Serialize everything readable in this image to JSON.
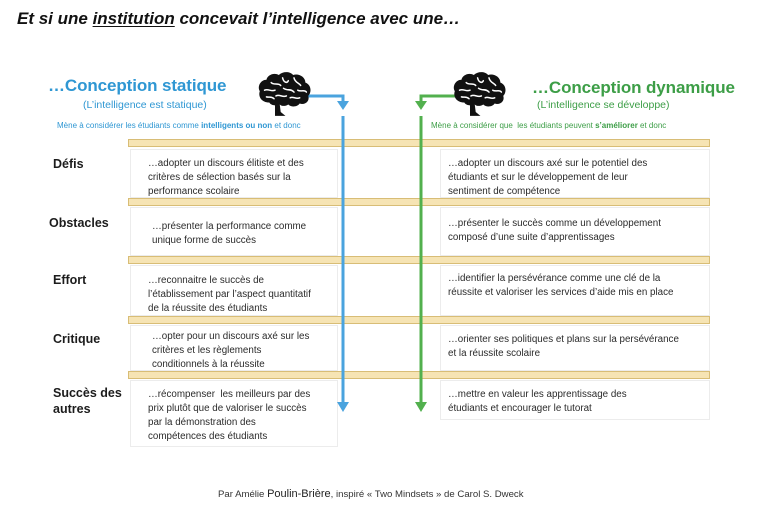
{
  "title": {
    "before": "Et si une ",
    "underlined": "institution",
    "after": " concevait l’intelligence avec une…"
  },
  "colors": {
    "static": "#2f97d3",
    "static_arrow": "#4aa3de",
    "dynamic": "#3d9e47",
    "dynamic_arrow": "#52b04e",
    "band": "#f6e4b4",
    "band_border": "#d8bd76"
  },
  "icons": {
    "static": "brain-icon",
    "dynamic": "brain-icon"
  },
  "static": {
    "heading": "…Conception statique",
    "subtitle": "(L’intelligence est statique)",
    "lead_before": "Mène à considérer les étudiants comme ",
    "lead_bold": "intelligents ou non",
    "lead_after": " et donc"
  },
  "dynamic": {
    "heading": "…Conception dynamique",
    "subtitle": "(L’intelligence se développe)",
    "lead_before": "Mène à considérer que  les étudiants peuvent ",
    "lead_bold": "s’améliorer",
    "lead_after": " et donc"
  },
  "rows": [
    {
      "label": [
        "Défis"
      ],
      "static": [
        "…adopter un discours élitiste et des",
        "critères de sélection basés sur la",
        "performance scolaire"
      ],
      "dynamic": [
        "…adopter un discours axé sur le potentiel des",
        "étudiants et sur le développement de leur",
        "sentiment de compétence"
      ]
    },
    {
      "label": [
        "Obstacles"
      ],
      "static": [
        "…présenter la performance comme",
        "unique forme de succès"
      ],
      "dynamic": [
        "…présenter le succès comme un développement",
        "composé d’une suite d’apprentissages"
      ]
    },
    {
      "label": [
        "Effort"
      ],
      "static": [
        "…reconnaitre le succès de",
        "l’établissement par l’aspect quantitatif",
        "de la réussite des étudiants"
      ],
      "dynamic": [
        "…identifier la persévérance comme une clé de la",
        "réussite et valoriser les services d’aide mis en place"
      ]
    },
    {
      "label": [
        "Critique"
      ],
      "static": [
        "…opter pour un discours axé sur les",
        "critères et les règlements",
        "conditionnels à la réussite"
      ],
      "dynamic": [
        "…orienter ses politiques et plans sur la persévérance",
        "et la réussite scolaire"
      ]
    },
    {
      "label": [
        "Succès des",
        "autres"
      ],
      "static": [
        "…récompenser  les meilleurs par des",
        "prix plutôt que de valoriser le succès",
        "par la démonstration des",
        "compétences des étudiants"
      ],
      "dynamic": [
        "…mettre en valeur les apprentissage des",
        "étudiants et encourager le tutorat"
      ]
    }
  ],
  "footer": {
    "before": "Par Amélie ",
    "name": "Poulin-Brière",
    "after": ", inspiré « Two Mindsets » de Carol S. Dweck"
  }
}
